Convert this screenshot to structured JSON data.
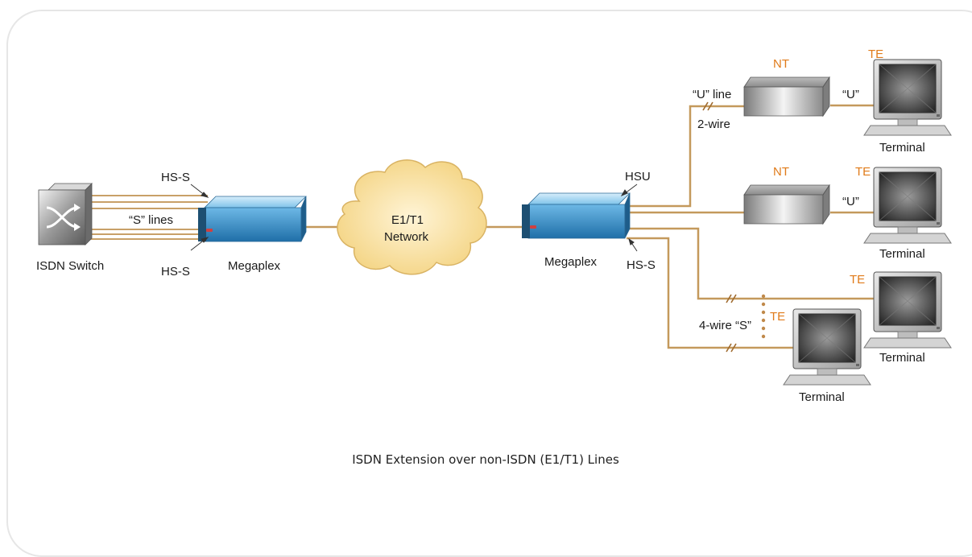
{
  "caption": "ISDN Extension over non-ISDN (E1/T1) Lines",
  "labels": {
    "isdn_switch": "ISDN Switch",
    "hs_s_top": "HS-S",
    "hs_s_bottom": "HS-S",
    "s_lines": "“S” lines",
    "megaplex_left": "Megaplex",
    "network_line1": "E1/T1",
    "network_line2": "Network",
    "megaplex_right": "Megaplex",
    "hsu": "HSU",
    "hs_s_right": "HS-S",
    "u_line": "“U” line",
    "two_wire": "2-wire",
    "u_1": "“U”",
    "u_2": "“U”",
    "four_wire_s": "4-wire “S”",
    "nt_1": "NT",
    "nt_2": "NT",
    "te_1": "TE",
    "te_2": "TE",
    "te_3": "TE",
    "te_4": "TE",
    "terminal_1": "Terminal",
    "terminal_2": "Terminal",
    "terminal_3": "Terminal",
    "terminal_4": "Terminal"
  },
  "colors": {
    "wire": "#c4995c",
    "te_label": "#e07b1a",
    "megaplex_blue": "#3b8fc4",
    "cloud": "#f7dc9a"
  }
}
